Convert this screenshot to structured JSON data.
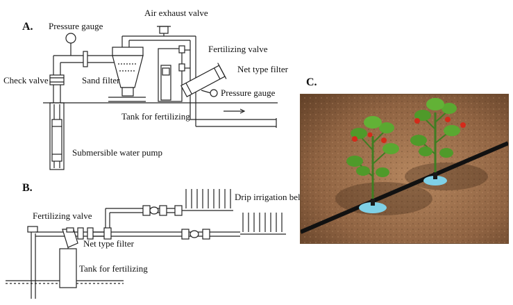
{
  "panels": {
    "a": {
      "letter": "A.",
      "labels": {
        "air_exhaust_valve": "Air exhaust valve",
        "pressure_gauge_top": "Pressure gauge",
        "fertilizing_valve": "Fertilizing valve",
        "net_type_filter": "Net type filter",
        "check_valve": "Check valve",
        "sand_filter": "Sand filter",
        "pressure_gauge_right": "Pressure gauge",
        "tank_for_fertilizing": "Tank for fertilizing",
        "submersible_pump": "Submersible water pump"
      }
    },
    "b": {
      "letter": "B.",
      "labels": {
        "drip_irrigation_belt": "Drip irrigation belt",
        "fertilizing_valve": "Fertilizing valve",
        "net_type_filter": "Net type filter",
        "tank_for_fertilizing": "Tank for fertilizing"
      }
    },
    "c": {
      "letter": "C."
    }
  },
  "colors": {
    "line": "#222222",
    "soil_dark": "#6b4a2e",
    "soil_light": "#a87a55",
    "drip_pipe": "#111111",
    "emitter": "#7fd0e6",
    "leaf": "#4f9a2a",
    "tomato": "#d42a1a"
  }
}
